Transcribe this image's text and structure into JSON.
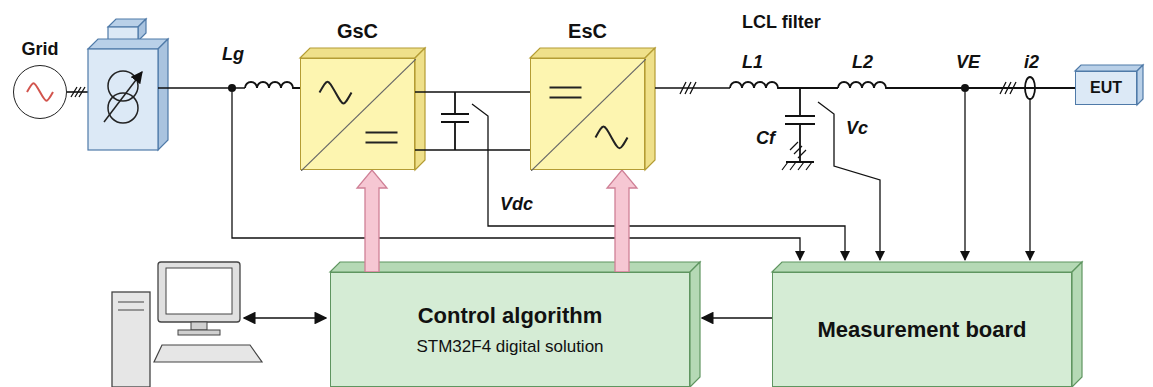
{
  "diagram": {
    "nodes": [
      {
        "text": [
          "Grid"
        ]
      },
      {
        "text": [
          "GsC"
        ]
      },
      {
        "text": [
          "EsC"
        ]
      },
      {
        "text": [
          "EUT"
        ]
      },
      {
        "text": [
          "Control algorithm",
          "STM32F4 digital solution"
        ]
      },
      {
        "text": [
          "Measurement board"
        ]
      }
    ],
    "edges": [
      {
        "from": 4,
        "to": 1,
        "arrow": "to"
      },
      {
        "from": 4,
        "to": 2,
        "arrow": "to"
      },
      {
        "from": 5,
        "to": 4,
        "arrow": "to"
      }
    ],
    "labels": [
      "Lg",
      "LCL filter",
      "L1",
      "L2",
      "VE",
      "i2",
      "Cf",
      "Vc",
      "Vdc"
    ]
  }
}
